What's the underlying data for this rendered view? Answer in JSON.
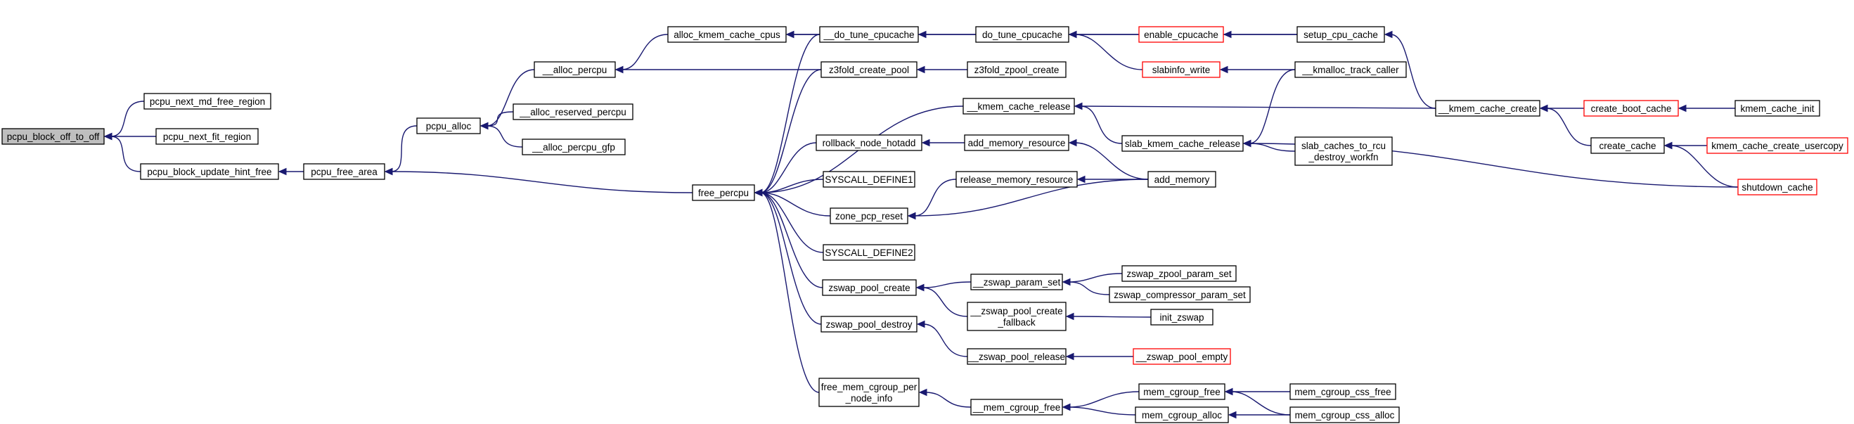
{
  "graph": {
    "title": "",
    "nodes": [
      {
        "id": "pcpu_block_off_to_off",
        "lines": [
          "pcpu_block_off_to_off"
        ],
        "root": true
      },
      {
        "id": "pcpu_next_md_free_region",
        "lines": [
          "pcpu_next_md_free_region"
        ]
      },
      {
        "id": "pcpu_next_fit_region",
        "lines": [
          "pcpu_next_fit_region"
        ]
      },
      {
        "id": "pcpu_block_update_hint_free",
        "lines": [
          "pcpu_block_update_hint_free"
        ]
      },
      {
        "id": "pcpu_free_area",
        "lines": [
          "pcpu_free_area"
        ]
      },
      {
        "id": "pcpu_alloc",
        "lines": [
          "pcpu_alloc"
        ]
      },
      {
        "id": "__alloc_percpu",
        "lines": [
          "__alloc_percpu"
        ]
      },
      {
        "id": "__alloc_reserved_percpu",
        "lines": [
          "__alloc_reserved_percpu"
        ]
      },
      {
        "id": "__alloc_percpu_gfp",
        "lines": [
          "__alloc_percpu_gfp"
        ]
      },
      {
        "id": "alloc_kmem_cache_cpus",
        "lines": [
          "alloc_kmem_cache_cpus"
        ]
      },
      {
        "id": "free_percpu",
        "lines": [
          "free_percpu"
        ]
      },
      {
        "id": "__do_tune_cpucache",
        "lines": [
          "__do_tune_cpucache"
        ]
      },
      {
        "id": "z3fold_create_pool",
        "lines": [
          "z3fold_create_pool"
        ]
      },
      {
        "id": "__kmem_cache_release",
        "lines": [
          "__kmem_cache_release"
        ]
      },
      {
        "id": "rollback_node_hotadd",
        "lines": [
          "rollback_node_hotadd"
        ]
      },
      {
        "id": "SYSCALL_DEFINE1",
        "lines": [
          "SYSCALL_DEFINE1"
        ]
      },
      {
        "id": "zone_pcp_reset",
        "lines": [
          "zone_pcp_reset"
        ]
      },
      {
        "id": "SYSCALL_DEFINE2",
        "lines": [
          "SYSCALL_DEFINE2"
        ]
      },
      {
        "id": "zswap_pool_create",
        "lines": [
          "zswap_pool_create"
        ]
      },
      {
        "id": "zswap_pool_destroy",
        "lines": [
          "zswap_pool_destroy"
        ]
      },
      {
        "id": "free_mem_cgroup_per_node_info",
        "lines": [
          "free_mem_cgroup_per",
          "_node_info"
        ]
      },
      {
        "id": "do_tune_cpucache",
        "lines": [
          "do_tune_cpucache"
        ]
      },
      {
        "id": "z3fold_zpool_create",
        "lines": [
          "z3fold_zpool_create"
        ]
      },
      {
        "id": "add_memory_resource",
        "lines": [
          "add_memory_resource"
        ]
      },
      {
        "id": "release_memory_resource",
        "lines": [
          "release_memory_resource"
        ]
      },
      {
        "id": "__zswap_param_set",
        "lines": [
          "__zswap_param_set"
        ]
      },
      {
        "id": "__zswap_pool_create_fallback",
        "lines": [
          "__zswap_pool_create",
          "_fallback"
        ]
      },
      {
        "id": "__zswap_pool_release",
        "lines": [
          "__zswap_pool_release"
        ]
      },
      {
        "id": "__mem_cgroup_free",
        "lines": [
          "__mem_cgroup_free"
        ]
      },
      {
        "id": "enable_cpucache",
        "lines": [
          "enable_cpucache"
        ],
        "truncated": true
      },
      {
        "id": "slabinfo_write",
        "lines": [
          "slabinfo_write"
        ],
        "truncated": true
      },
      {
        "id": "slab_kmem_cache_release",
        "lines": [
          "slab_kmem_cache_release"
        ]
      },
      {
        "id": "add_memory",
        "lines": [
          "add_memory"
        ]
      },
      {
        "id": "zswap_zpool_param_set",
        "lines": [
          "zswap_zpool_param_set"
        ]
      },
      {
        "id": "zswap_compressor_param_set",
        "lines": [
          "zswap_compressor_param_set"
        ]
      },
      {
        "id": "init_zswap",
        "lines": [
          "init_zswap"
        ]
      },
      {
        "id": "__zswap_pool_empty",
        "lines": [
          "__zswap_pool_empty"
        ],
        "truncated": true
      },
      {
        "id": "mem_cgroup_free",
        "lines": [
          "mem_cgroup_free"
        ]
      },
      {
        "id": "mem_cgroup_alloc",
        "lines": [
          "mem_cgroup_alloc"
        ]
      },
      {
        "id": "setup_cpu_cache",
        "lines": [
          "setup_cpu_cache"
        ]
      },
      {
        "id": "__kmalloc_track_caller",
        "lines": [
          "__kmalloc_track_caller"
        ]
      },
      {
        "id": "slab_caches_to_rcu_destroy_workfn",
        "lines": [
          "slab_caches_to_rcu",
          "_destroy_workfn"
        ]
      },
      {
        "id": "mem_cgroup_css_free",
        "lines": [
          "mem_cgroup_css_free"
        ]
      },
      {
        "id": "mem_cgroup_css_alloc",
        "lines": [
          "mem_cgroup_css_alloc"
        ]
      },
      {
        "id": "__kmem_cache_create",
        "lines": [
          "__kmem_cache_create"
        ]
      },
      {
        "id": "create_boot_cache",
        "lines": [
          "create_boot_cache"
        ],
        "truncated": true
      },
      {
        "id": "create_cache",
        "lines": [
          "create_cache"
        ]
      },
      {
        "id": "kmem_cache_init",
        "lines": [
          "kmem_cache_init"
        ]
      },
      {
        "id": "kmem_cache_create_usercopy",
        "lines": [
          "kmem_cache_create_usercopy"
        ],
        "truncated": true
      },
      {
        "id": "shutdown_cache",
        "lines": [
          "shutdown_cache"
        ],
        "truncated": true
      }
    ],
    "edges": [
      {
        "from": "pcpu_next_md_free_region",
        "to": "pcpu_block_off_to_off"
      },
      {
        "from": "pcpu_next_fit_region",
        "to": "pcpu_block_off_to_off"
      },
      {
        "from": "pcpu_block_update_hint_free",
        "to": "pcpu_block_off_to_off"
      },
      {
        "from": "pcpu_free_area",
        "to": "pcpu_block_update_hint_free"
      },
      {
        "from": "pcpu_alloc",
        "to": "pcpu_free_area"
      },
      {
        "from": "free_percpu",
        "to": "pcpu_free_area"
      },
      {
        "from": "__alloc_percpu",
        "to": "pcpu_alloc"
      },
      {
        "from": "__alloc_reserved_percpu",
        "to": "pcpu_alloc"
      },
      {
        "from": "__alloc_percpu_gfp",
        "to": "pcpu_alloc"
      },
      {
        "from": "alloc_kmem_cache_cpus",
        "to": "__alloc_percpu"
      },
      {
        "from": "z3fold_create_pool",
        "to": "__alloc_percpu"
      },
      {
        "from": "__do_tune_cpucache",
        "to": "alloc_kmem_cache_cpus"
      },
      {
        "from": "setup_cpu_cache",
        "to": "alloc_kmem_cache_cpus"
      },
      {
        "from": "__do_tune_cpucache",
        "to": "free_percpu"
      },
      {
        "from": "z3fold_create_pool",
        "to": "free_percpu"
      },
      {
        "from": "__kmem_cache_release",
        "to": "free_percpu"
      },
      {
        "from": "rollback_node_hotadd",
        "to": "free_percpu"
      },
      {
        "from": "SYSCALL_DEFINE1",
        "to": "free_percpu"
      },
      {
        "from": "zone_pcp_reset",
        "to": "free_percpu"
      },
      {
        "from": "SYSCALL_DEFINE2",
        "to": "free_percpu"
      },
      {
        "from": "zswap_pool_create",
        "to": "free_percpu"
      },
      {
        "from": "zswap_pool_destroy",
        "to": "free_percpu"
      },
      {
        "from": "free_mem_cgroup_per_node_info",
        "to": "free_percpu"
      },
      {
        "from": "do_tune_cpucache",
        "to": "__do_tune_cpucache"
      },
      {
        "from": "z3fold_zpool_create",
        "to": "z3fold_create_pool"
      },
      {
        "from": "slab_kmem_cache_release",
        "to": "__kmem_cache_release"
      },
      {
        "from": "__kmem_cache_create",
        "to": "__kmem_cache_release"
      },
      {
        "from": "add_memory_resource",
        "to": "rollback_node_hotadd"
      },
      {
        "from": "release_memory_resource",
        "to": "zone_pcp_reset"
      },
      {
        "from": "add_memory",
        "to": "zone_pcp_reset"
      },
      {
        "from": "__zswap_param_set",
        "to": "zswap_pool_create"
      },
      {
        "from": "__zswap_pool_create_fallback",
        "to": "zswap_pool_create"
      },
      {
        "from": "__zswap_pool_release",
        "to": "zswap_pool_destroy"
      },
      {
        "from": "__mem_cgroup_free",
        "to": "free_mem_cgroup_per_node_info"
      },
      {
        "from": "enable_cpucache",
        "to": "do_tune_cpucache"
      },
      {
        "from": "slabinfo_write",
        "to": "do_tune_cpucache"
      },
      {
        "from": "add_memory",
        "to": "add_memory_resource"
      },
      {
        "from": "add_memory",
        "to": "release_memory_resource"
      },
      {
        "from": "zswap_zpool_param_set",
        "to": "__zswap_param_set"
      },
      {
        "from": "zswap_compressor_param_set",
        "to": "__zswap_param_set"
      },
      {
        "from": "init_zswap",
        "to": "__zswap_pool_create_fallback"
      },
      {
        "from": "__zswap_pool_empty",
        "to": "__zswap_pool_release"
      },
      {
        "from": "mem_cgroup_free",
        "to": "__mem_cgroup_free"
      },
      {
        "from": "mem_cgroup_alloc",
        "to": "__mem_cgroup_free"
      },
      {
        "from": "setup_cpu_cache",
        "to": "enable_cpucache"
      },
      {
        "from": "__kmalloc_track_caller",
        "to": "slabinfo_write"
      },
      {
        "from": "__kmalloc_track_caller",
        "to": "slab_kmem_cache_release"
      },
      {
        "from": "slab_caches_to_rcu_destroy_workfn",
        "to": "slab_kmem_cache_release"
      },
      {
        "from": "shutdown_cache",
        "to": "slab_kmem_cache_release"
      },
      {
        "from": "mem_cgroup_css_free",
        "to": "mem_cgroup_free"
      },
      {
        "from": "mem_cgroup_css_alloc",
        "to": "mem_cgroup_free"
      },
      {
        "from": "mem_cgroup_css_alloc",
        "to": "mem_cgroup_alloc"
      },
      {
        "from": "__kmem_cache_create",
        "to": "setup_cpu_cache"
      },
      {
        "from": "create_boot_cache",
        "to": "__kmem_cache_create"
      },
      {
        "from": "create_cache",
        "to": "__kmem_cache_create"
      },
      {
        "from": "kmem_cache_init",
        "to": "create_boot_cache"
      },
      {
        "from": "kmem_cache_create_usercopy",
        "to": "create_cache"
      },
      {
        "from": "shutdown_cache",
        "to": "create_cache"
      }
    ],
    "colors": {
      "edge": "#191970",
      "node_border": "#000000",
      "truncated_border": "#ff0000",
      "root_fill": "#bfbfbf",
      "node_fill": "#ffffff"
    }
  }
}
